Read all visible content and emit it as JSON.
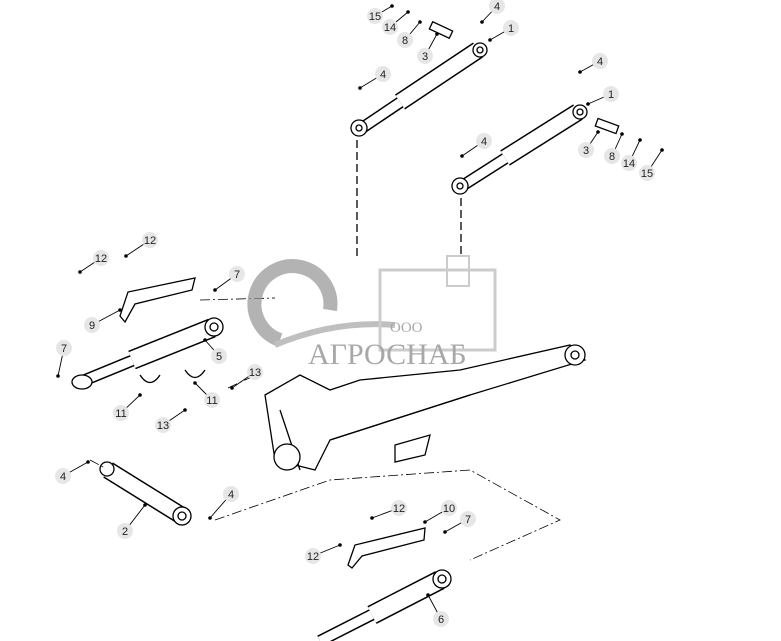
{
  "diagram": {
    "callouts": [
      "15",
      "14",
      "8",
      "3",
      "4",
      "1",
      "4",
      "4",
      "1",
      "4",
      "3",
      "8",
      "14",
      "15",
      "12",
      "12",
      "7",
      "9",
      "5",
      "7",
      "13",
      "11",
      "11",
      "13",
      "4",
      "2",
      "4",
      "12",
      "10",
      "7",
      "12",
      "6"
    ]
  },
  "watermark": {
    "prefix": "ООО",
    "name": "АГРОСНАБ"
  },
  "colors": {
    "line": "#000000",
    "callout_fill": "#e6e6e6",
    "watermark": "#8c8c8c"
  }
}
